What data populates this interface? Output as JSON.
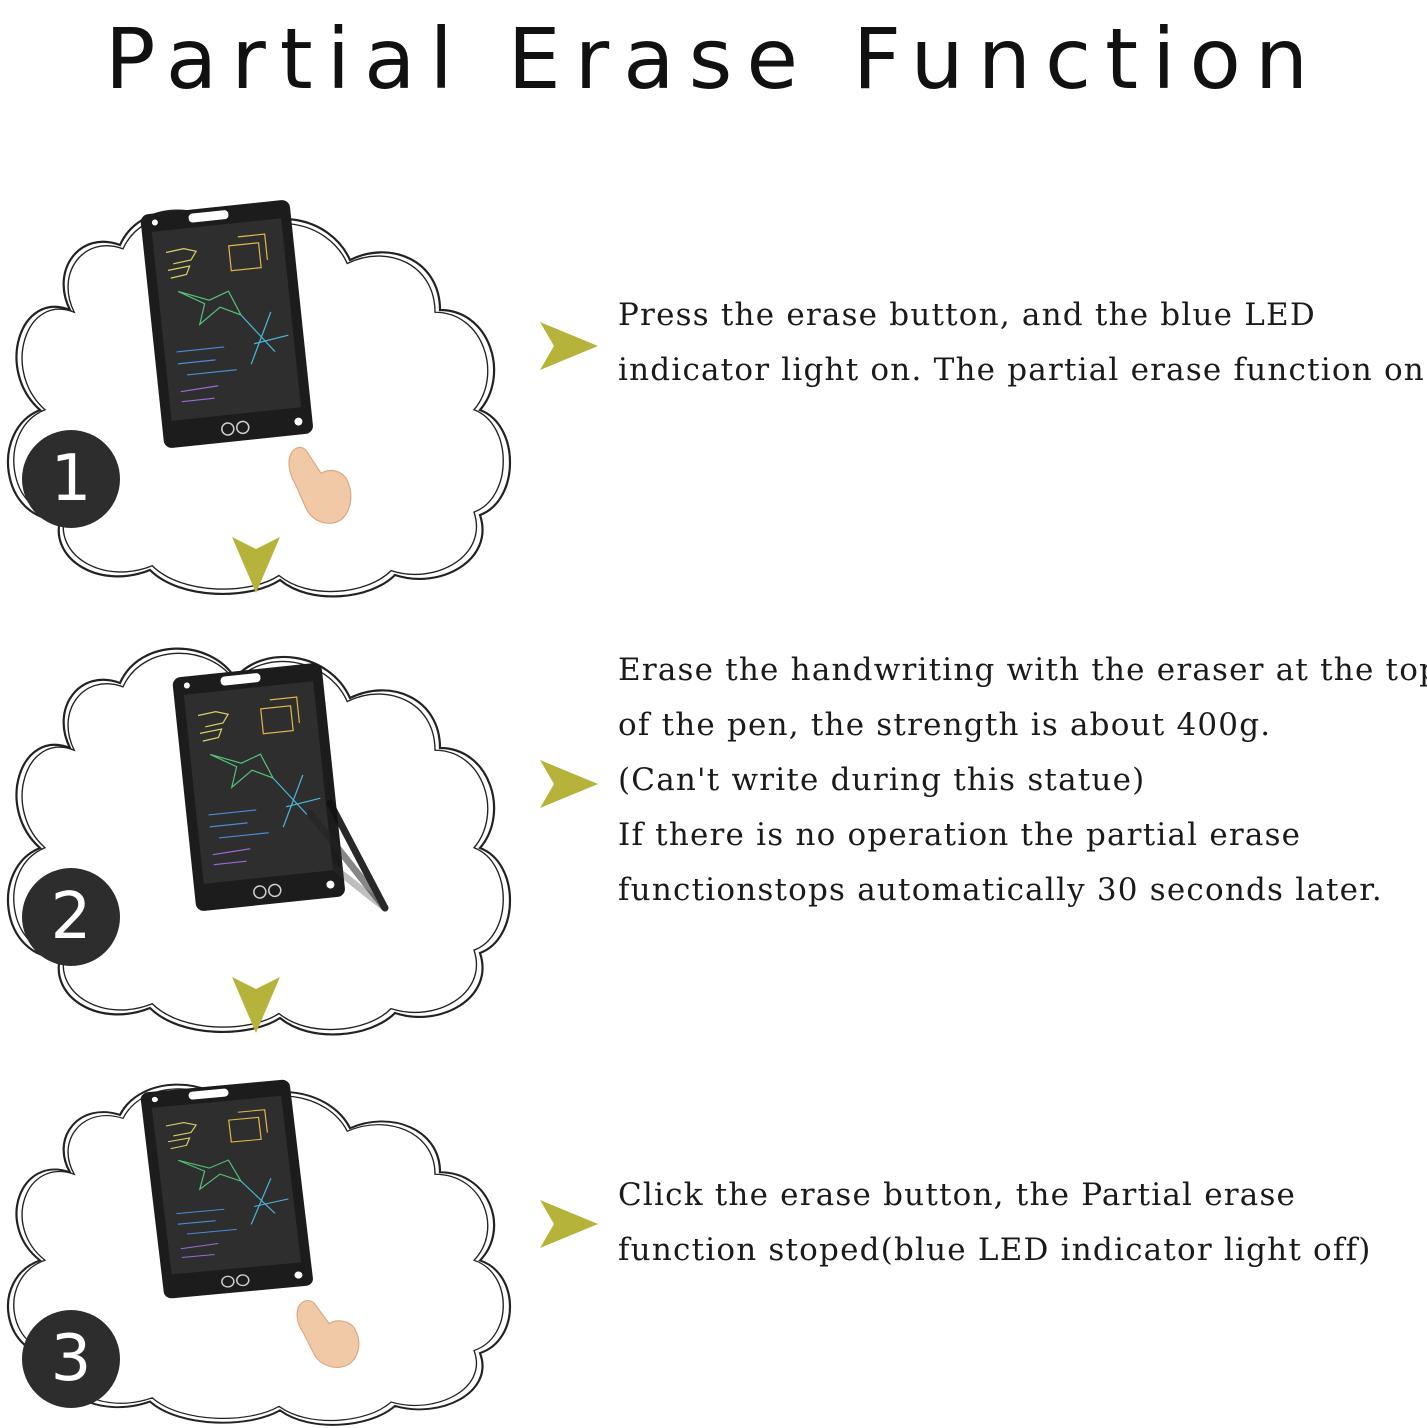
{
  "title": "Partial Erase Function",
  "accent_color": "#b5b33a",
  "steps": [
    {
      "number": "1",
      "illustration": "tablet-finger-press-icon",
      "lines": [
        "Press the erase button, and the blue LED",
        "indicator light on. The partial erase function on."
      ]
    },
    {
      "number": "2",
      "illustration": "tablet-pen-erase-icon",
      "lines": [
        "Erase the handwriting with the eraser at the top",
        "of the pen, the strength is about 400g.",
        "(Can't write during this statue)",
        "If there is no operation the partial erase",
        "functionstops automatically 30 seconds later."
      ]
    },
    {
      "number": "3",
      "illustration": "tablet-finger-press-icon",
      "lines": [
        "Click the erase button, the Partial erase",
        "function stoped(blue LED indicator light off)"
      ]
    }
  ]
}
